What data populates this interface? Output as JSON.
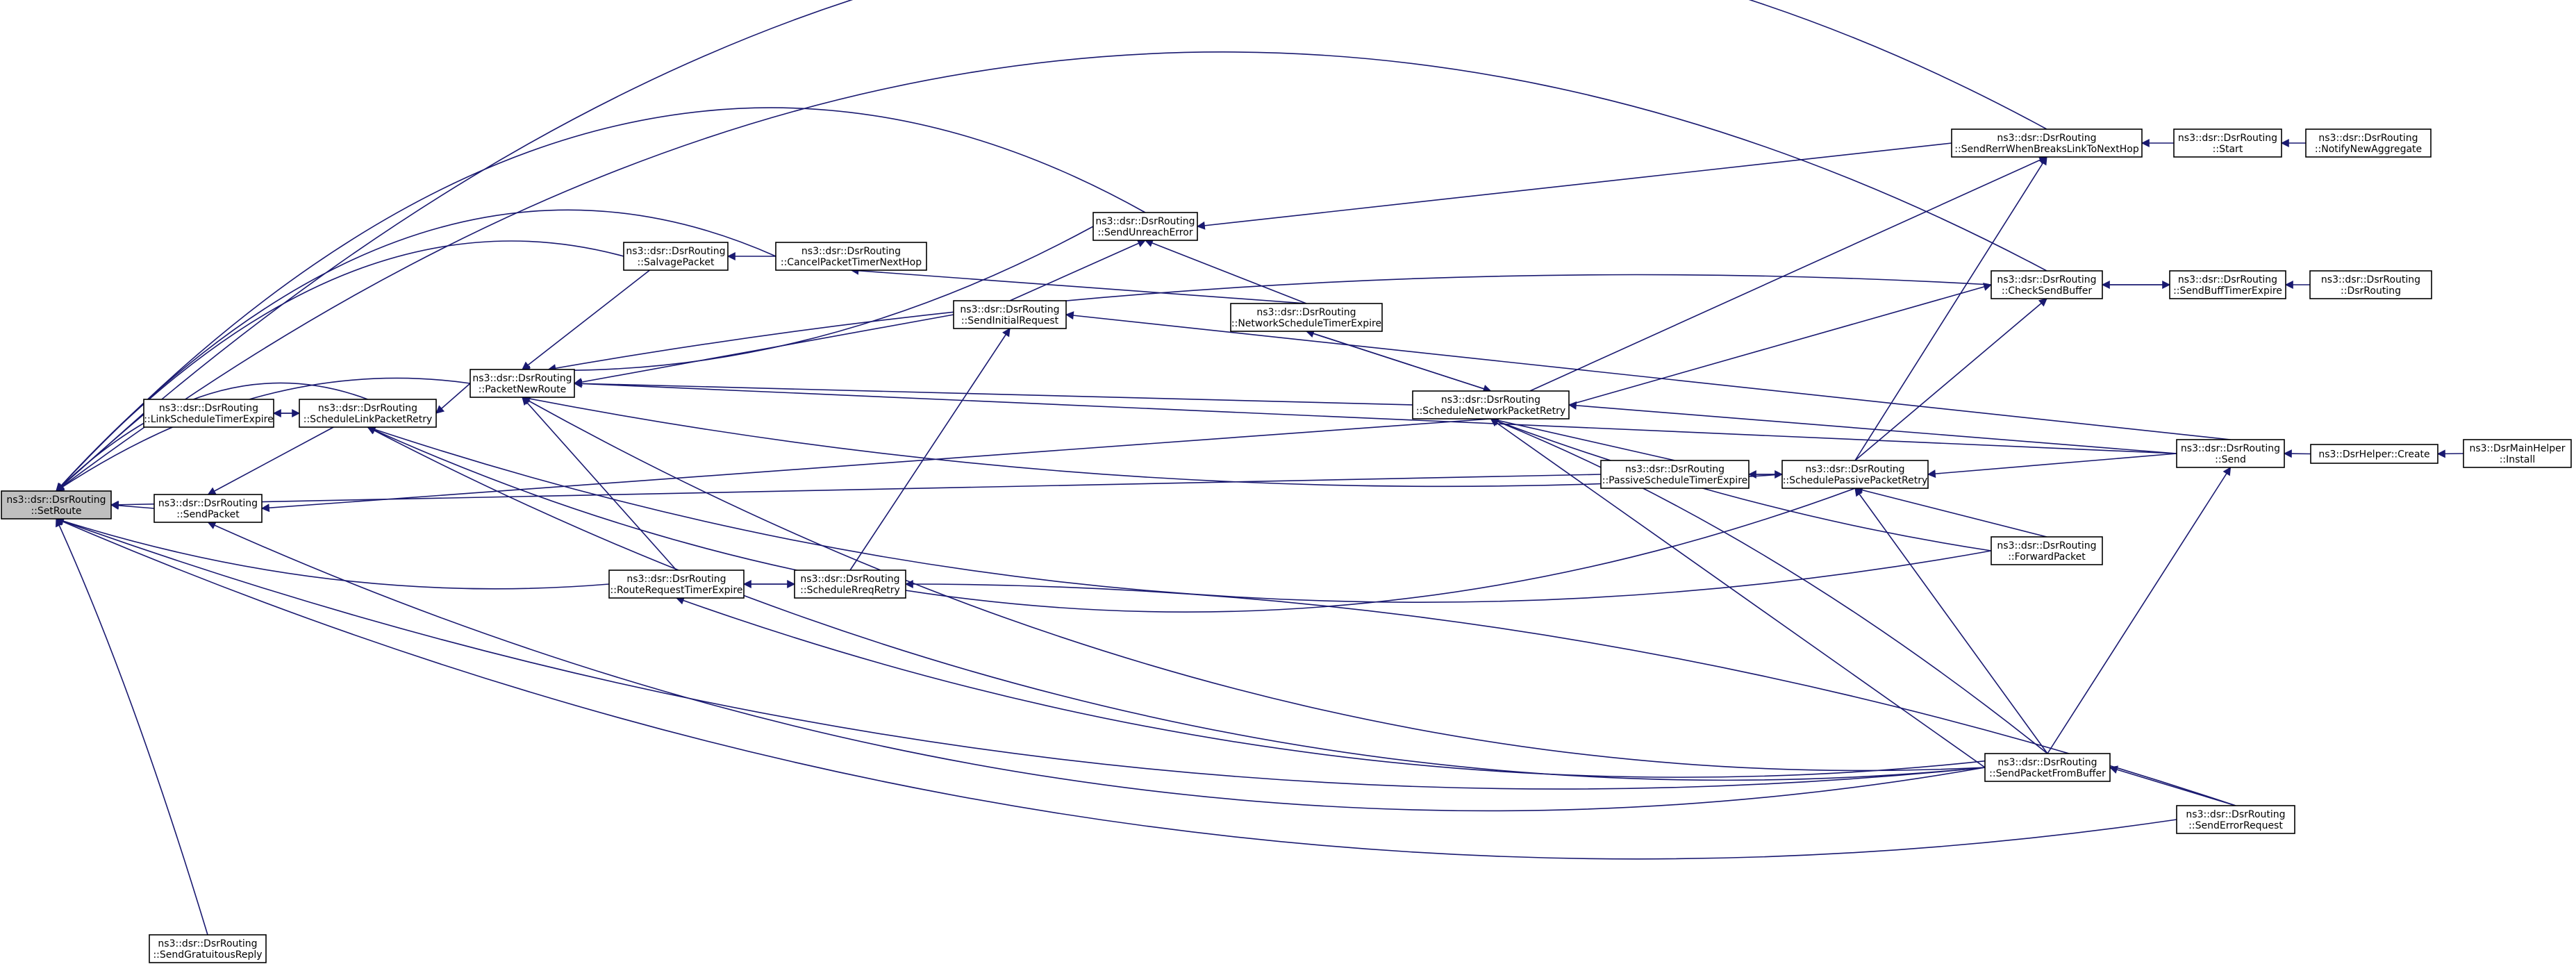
{
  "graph": {
    "nodes": [
      {
        "id": "setroute",
        "lines": [
          "ns3::dsr::DsrRouting",
          "::SetRoute"
        ],
        "root": true
      },
      {
        "id": "sendgratuitous",
        "lines": [
          "ns3::dsr::DsrRouting",
          "::SendGratuitousReply"
        ]
      },
      {
        "id": "linkschedtimer",
        "lines": [
          "ns3::dsr::DsrRouting",
          "::LinkScheduleTimerExpire"
        ]
      },
      {
        "id": "schedlinkretry",
        "lines": [
          "ns3::dsr::DsrRouting",
          "::ScheduleLinkPacketRetry"
        ]
      },
      {
        "id": "sendpacket",
        "lines": [
          "ns3::dsr::DsrRouting",
          "::SendPacket"
        ]
      },
      {
        "id": "packetnewroute",
        "lines": [
          "ns3::dsr::DsrRouting",
          "::PacketNewRoute"
        ]
      },
      {
        "id": "salvage",
        "lines": [
          "ns3::dsr::DsrRouting",
          "::SalvagePacket"
        ]
      },
      {
        "id": "cancelpacket",
        "lines": [
          "ns3::dsr::DsrRouting",
          "::CancelPacketTimerNextHop"
        ]
      },
      {
        "id": "sendunreach",
        "lines": [
          "ns3::dsr::DsrRouting",
          "::SendUnreachError"
        ]
      },
      {
        "id": "sendinitial",
        "lines": [
          "ns3::dsr::DsrRouting",
          "::SendInitialRequest"
        ]
      },
      {
        "id": "netschedtimer",
        "lines": [
          "ns3::dsr::DsrRouting",
          "::NetworkScheduleTimerExpire"
        ]
      },
      {
        "id": "schednetretry",
        "lines": [
          "ns3::dsr::DsrRouting",
          "::ScheduleNetworkPacketRetry"
        ]
      },
      {
        "id": "routereqtimer",
        "lines": [
          "ns3::dsr::DsrRouting",
          "::RouteRequestTimerExpire"
        ]
      },
      {
        "id": "schedreqretry",
        "lines": [
          "ns3::dsr::DsrRouting",
          "::ScheduleRreqRetry"
        ]
      },
      {
        "id": "passiveschedtimer",
        "lines": [
          "ns3::dsr::DsrRouting",
          "::PassiveScheduleTimerExpire"
        ]
      },
      {
        "id": "schedpassiveretry",
        "lines": [
          "ns3::dsr::DsrRouting",
          "::SchedulePassivePacketRetry"
        ]
      },
      {
        "id": "sendrerr",
        "lines": [
          "ns3::dsr::DsrRouting",
          "::SendRerrWhenBreaksLinkToNextHop"
        ]
      },
      {
        "id": "checksendbuffer",
        "lines": [
          "ns3::dsr::DsrRouting",
          "::CheckSendBuffer"
        ]
      },
      {
        "id": "forwardpacket",
        "lines": [
          "ns3::dsr::DsrRouting",
          "::ForwardPacket"
        ]
      },
      {
        "id": "sendfrombuffer",
        "lines": [
          "ns3::dsr::DsrRouting",
          "::SendPacketFromBuffer"
        ]
      },
      {
        "id": "start",
        "lines": [
          "ns3::dsr::DsrRouting",
          "::Start"
        ]
      },
      {
        "id": "notifynewagg",
        "lines": [
          "ns3::dsr::DsrRouting",
          "::NotifyNewAggregate"
        ]
      },
      {
        "id": "sendbufftimer",
        "lines": [
          "ns3::dsr::DsrRouting",
          "::SendBuffTimerExpire"
        ]
      },
      {
        "id": "dsrrouting",
        "lines": [
          "ns3::dsr::DsrRouting",
          "::DsrRouting"
        ]
      },
      {
        "id": "send",
        "lines": [
          "ns3::dsr::DsrRouting",
          "::Send"
        ]
      },
      {
        "id": "helpercreate",
        "lines": [
          "ns3::DsrHelper::Create"
        ]
      },
      {
        "id": "mainhelperinstall",
        "lines": [
          "ns3::DsrMainHelper",
          "::Install"
        ]
      },
      {
        "id": "senderrorreq",
        "lines": [
          "ns3::dsr::DsrRouting",
          "::SendErrorRequest"
        ]
      }
    ]
  }
}
